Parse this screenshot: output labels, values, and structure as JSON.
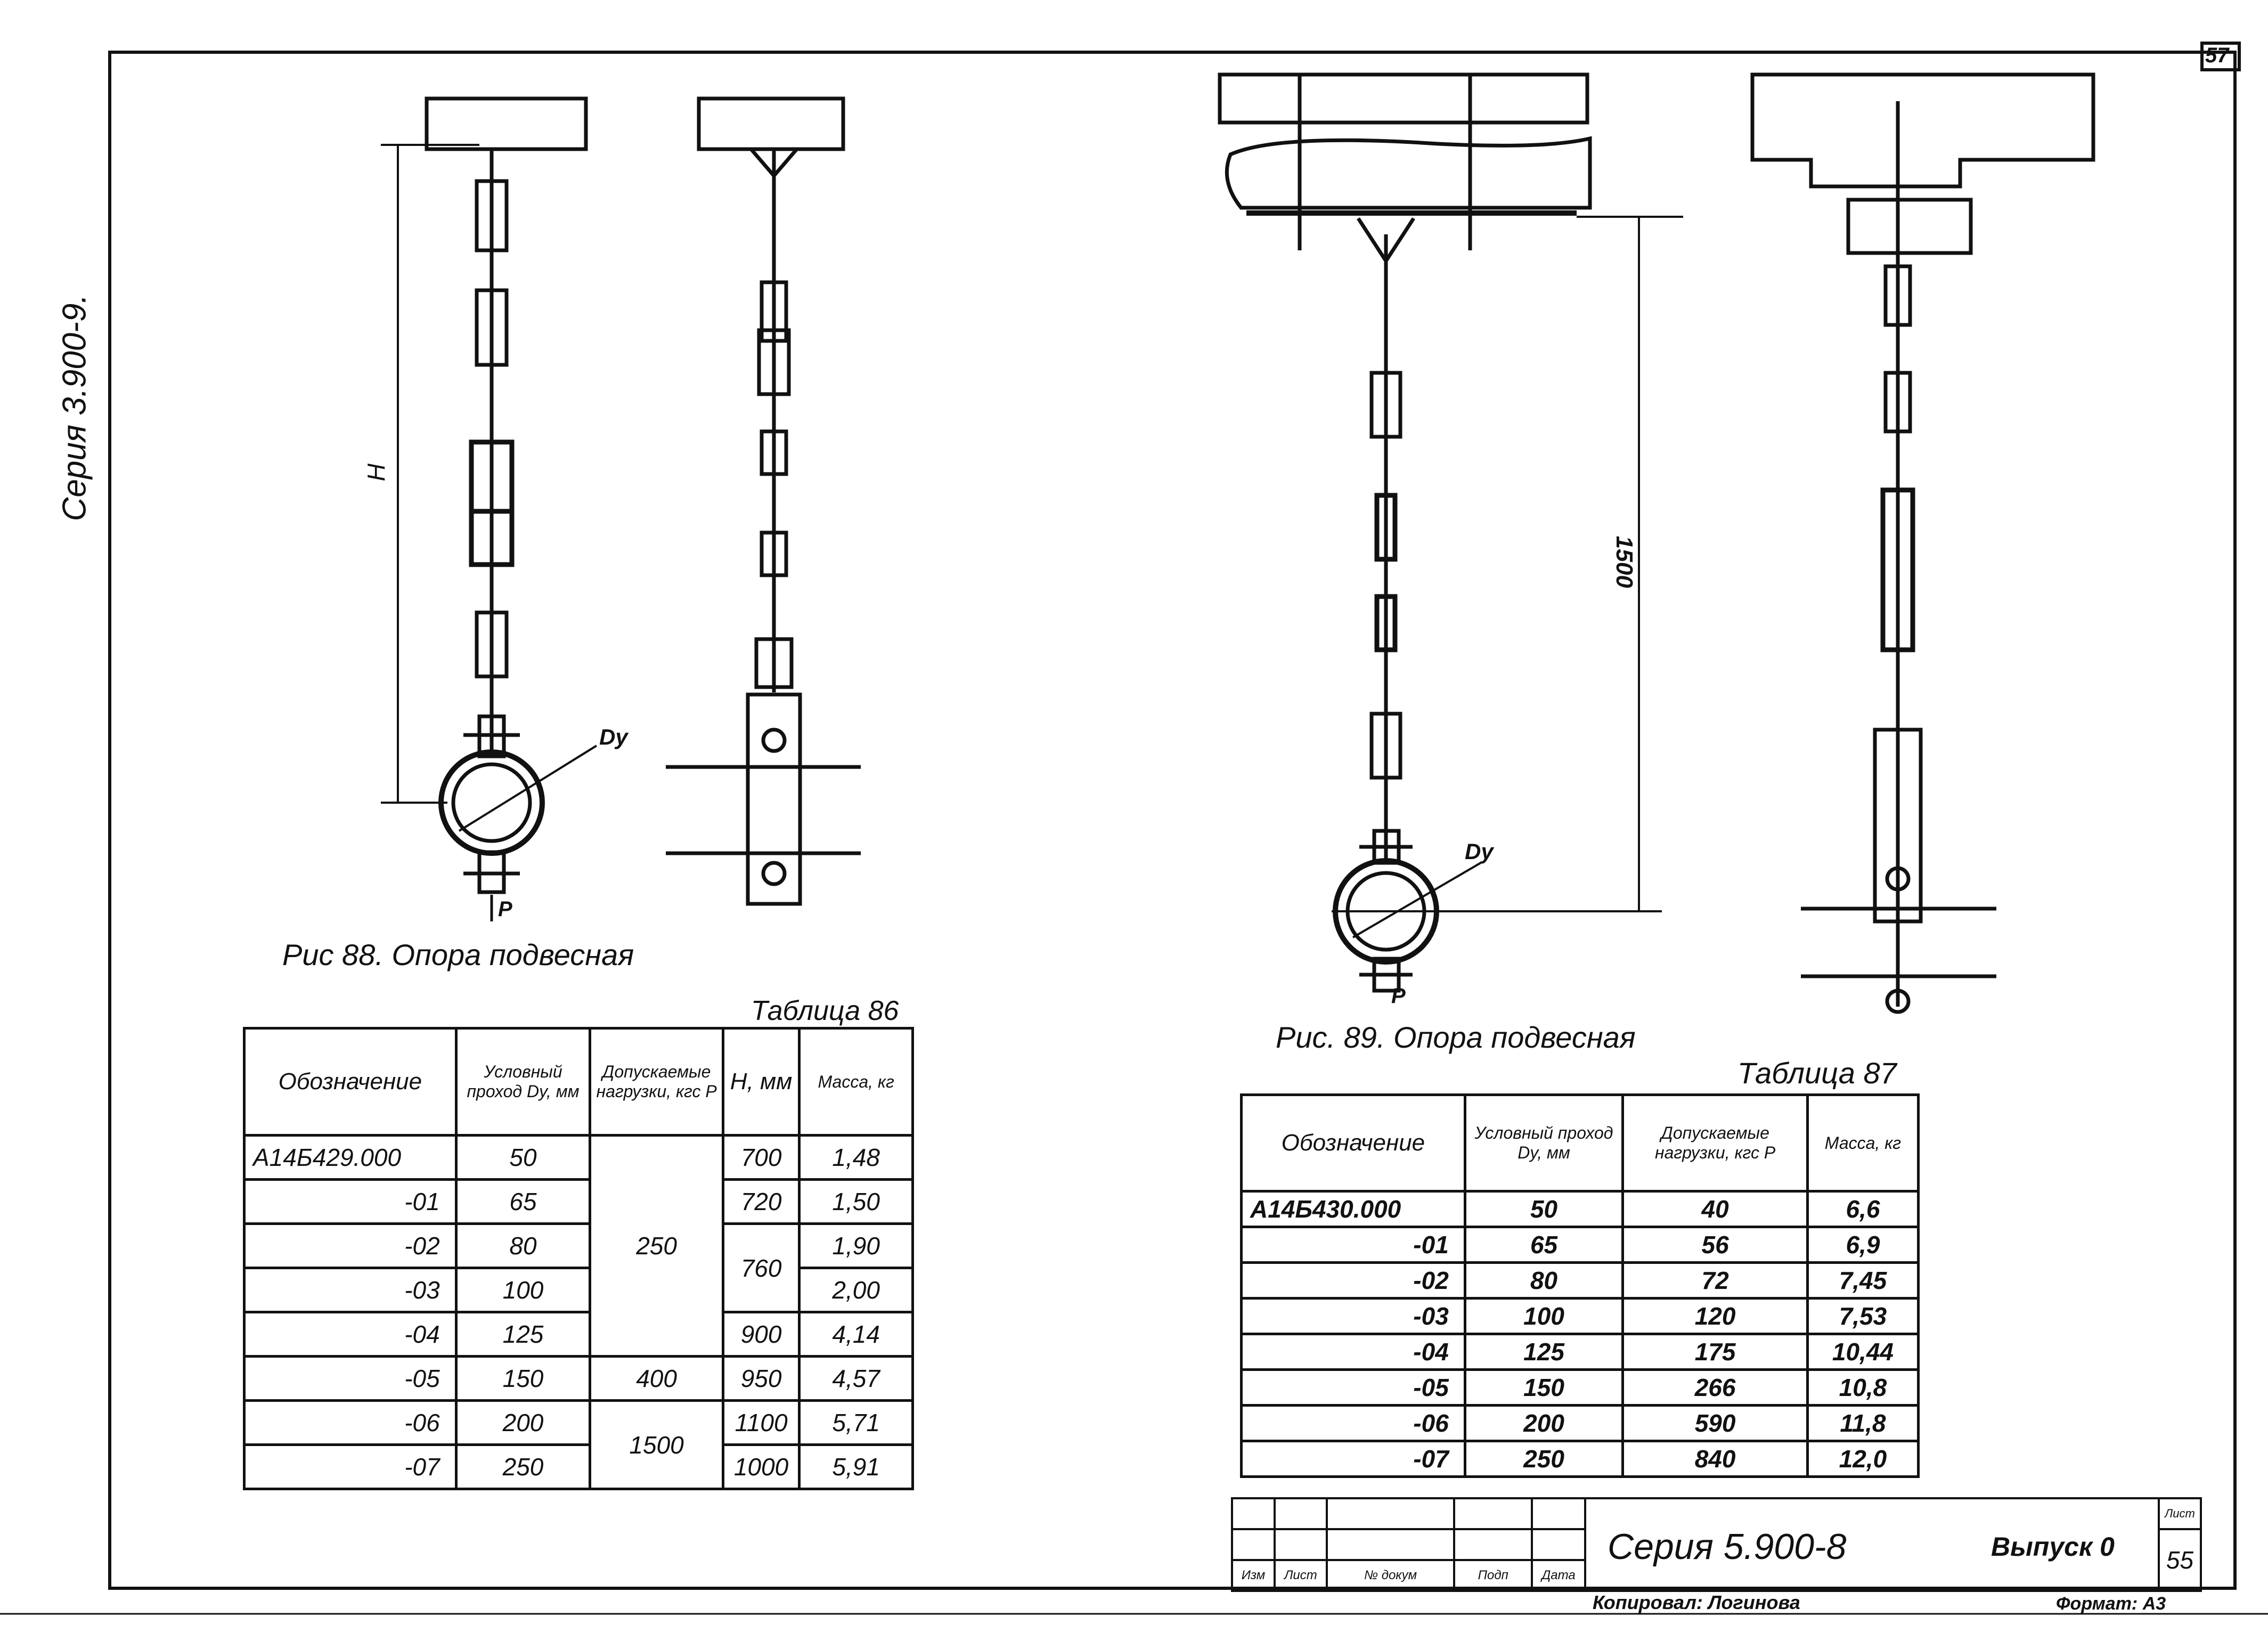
{
  "sheet": {
    "page_number": "57",
    "side_series": "Серия 3.900-9."
  },
  "fig88": {
    "caption": "Рис 88. Опора подвесная",
    "label_h": "H",
    "label_dy": "Dу",
    "label_p": "P"
  },
  "table86": {
    "caption": "Таблица 86",
    "headers": [
      "Обозначение",
      "Условный проход Dу, мм",
      "Допускаемые нагрузки, кгс P",
      "H, мм",
      "Масса, кг"
    ],
    "designations": [
      "А14Б429.000",
      "-01",
      "-02",
      "-03",
      "-04",
      "-05",
      "-06",
      "-07"
    ],
    "dy": [
      "50",
      "65",
      "80",
      "100",
      "125",
      "150",
      "200",
      "250"
    ],
    "loads": [
      "250",
      "400",
      "1500"
    ],
    "heights": [
      "700",
      "720",
      "760",
      "900",
      "950",
      "1100",
      "1000"
    ],
    "mass": [
      "1,48",
      "1,50",
      "1,90",
      "2,00",
      "4,14",
      "4,57",
      "5,71",
      "5,91"
    ]
  },
  "fig89": {
    "caption": "Рис. 89. Опора подвесная",
    "dimension": "1500",
    "label_dy": "Dу",
    "label_p": "P"
  },
  "table87": {
    "caption": "Таблица 87",
    "headers": [
      "Обозначение",
      "Условный проход Dу, мм",
      "Допускаемые нагрузки, кгс P",
      "Масса, кг"
    ],
    "rows": [
      [
        "А14Б430.000",
        "50",
        "40",
        "6,6"
      ],
      [
        "-01",
        "65",
        "56",
        "6,9"
      ],
      [
        "-02",
        "80",
        "72",
        "7,45"
      ],
      [
        "-03",
        "100",
        "120",
        "7,53"
      ],
      [
        "-04",
        "125",
        "175",
        "10,44"
      ],
      [
        "-05",
        "150",
        "266",
        "10,8"
      ],
      [
        "-06",
        "200",
        "590",
        "11,8"
      ],
      [
        "-07",
        "250",
        "840",
        "12,0"
      ]
    ]
  },
  "title_block": {
    "col_labels": [
      "Изм",
      "Лист",
      "№ докум",
      "Подп",
      "Дата"
    ],
    "series": "Серия 5.900-8",
    "issue": "Выпуск 0",
    "sheet_label": "Лист",
    "sheet_number": "55",
    "copied_by": "Копировал: Логинова",
    "format": "Формат: А3"
  }
}
